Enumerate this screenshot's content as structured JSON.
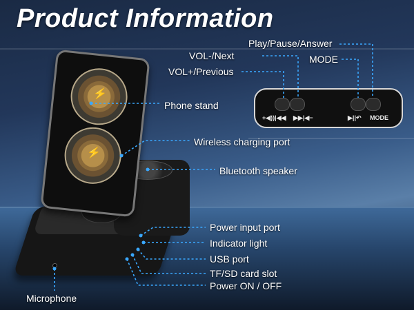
{
  "title": "Product Information",
  "labels": {
    "play_pause_answer": "Play/Pause/Answer",
    "vol_minus_next": "VOL-/Next",
    "mode": "MODE",
    "vol_plus_previous": "VOL+/Previous",
    "phone_stand": "Phone stand",
    "wireless_charging_port": "Wireless charging port",
    "bluetooth_speaker": "Bluetooth speaker",
    "power_input_port": "Power input port",
    "indicator_light": "Indicator light",
    "usb_port": "USB port",
    "tf_sd_card_slot": "TF/SD card slot",
    "power_on_off": "Power ON / OFF",
    "microphone": "Microphone"
  },
  "panel": {
    "vol_plus_glyph": "+◀))|◀◀",
    "next_minus_glyph": "▶▶|◀−",
    "play_glyph": "▶||↶",
    "mode_text": "MODE"
  },
  "colors": {
    "leader": "#3aa8ff",
    "text": "#ffffff"
  }
}
